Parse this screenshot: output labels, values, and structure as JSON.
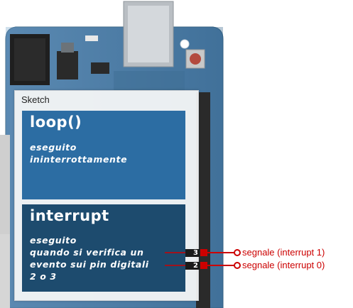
{
  "sketch": {
    "title": "Sketch",
    "loop": {
      "title": "loop()",
      "description": "eseguito\nininterrottamente"
    },
    "interrupt": {
      "title": "interrupt",
      "description": "eseguito\nquando si verifica un\nevento sui pin digitali\n2 o 3"
    }
  },
  "pins": [
    {
      "number": "3",
      "signal": "segnale (interrupt 1)"
    },
    {
      "number": "2",
      "signal": "segnale (interrupt 0)"
    }
  ],
  "colors": {
    "board": "#4a7aa4",
    "loop_panel": "#2c6da3",
    "interrupt_panel": "#1d4b6e",
    "signal": "#cc0000"
  }
}
